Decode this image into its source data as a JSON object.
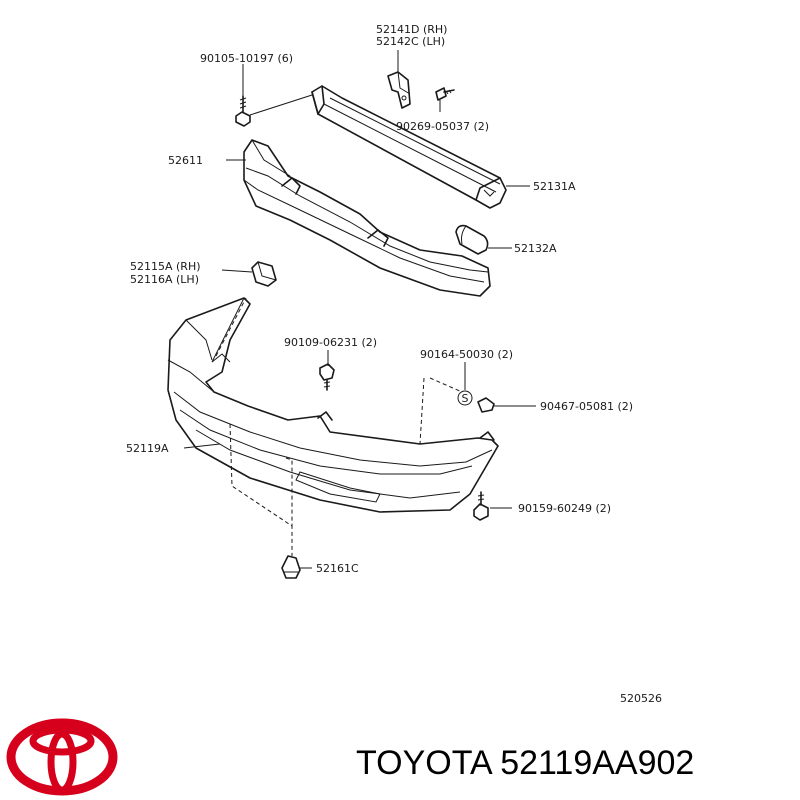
{
  "parts": {
    "p52141D": "52141D (RH)",
    "p52142C": "52142C (LH)",
    "p90105": "90105-10197 (6)",
    "p90269": "90269-05037 (2)",
    "p52611": "52611",
    "p52131A": "52131A",
    "p52132A": "52132A",
    "p52115A": "52115A (RH)",
    "p52116A": "52116A (LH)",
    "p90109": "90109-06231 (2)",
    "p90164": "90164-50030 (2)",
    "p90467": "90467-05081 (2)",
    "p52119A": "52119A",
    "p90159": "90159-60249 (2)",
    "p52161C": "52161C",
    "circleS": "S"
  },
  "diagram_id": "520526",
  "footer": {
    "brand_part_label": "TOYOTA 52119AA902"
  },
  "colors": {
    "logo_red": "#d6001c",
    "line": "#1a1a1a"
  }
}
